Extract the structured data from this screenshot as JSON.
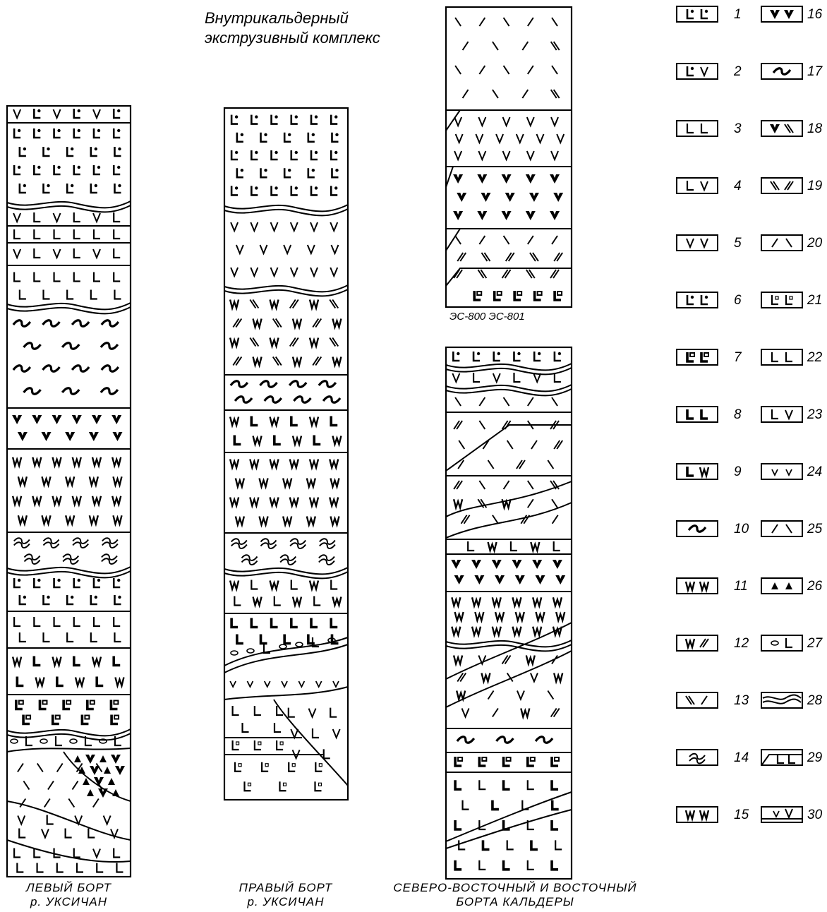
{
  "title": {
    "line1": "Внутрикальдерный",
    "line2": "экструзивный комплекс"
  },
  "captions": {
    "left": {
      "line1": "ЛЕВЫЙ БОРТ",
      "line2": "р. УКСИЧАН"
    },
    "mid": {
      "line1": "ПРАВЫЙ БОРТ",
      "line2": "р. УКСИЧАН"
    },
    "right": {
      "line1": "СЕВЕРО-ВОСТОЧНЫЙ И ВОСТОЧНЫЙ",
      "line2": "БОРТА КАЛЬДЕРЫ"
    }
  },
  "sample_labels": "ЭС-800  ЭС-801",
  "legend": [
    {
      "num": "1",
      "icon": "Lx"
    },
    {
      "num": "2",
      "icon": "LxV"
    },
    {
      "num": "3",
      "icon": "LL"
    },
    {
      "num": "4",
      "icon": "LV"
    },
    {
      "num": "5",
      "icon": "VV"
    },
    {
      "num": "6",
      "icon": "bLx"
    },
    {
      "num": "7",
      "icon": "bLo"
    },
    {
      "num": "8",
      "icon": "bL"
    },
    {
      "num": "9",
      "icon": "bLW"
    },
    {
      "num": "10",
      "icon": "tilde"
    },
    {
      "num": "11",
      "icon": "WW"
    },
    {
      "num": "12",
      "icon": "WS"
    },
    {
      "num": "13",
      "icon": "dash"
    },
    {
      "num": "14",
      "icon": "approx"
    },
    {
      "num": "15",
      "icon": "WWb"
    },
    {
      "num": "16",
      "icon": "WWf"
    },
    {
      "num": "17",
      "icon": "wave"
    },
    {
      "num": "18",
      "icon": "WD"
    },
    {
      "num": "19",
      "icon": "dash2"
    },
    {
      "num": "20",
      "icon": "slash"
    },
    {
      "num": "21",
      "icon": "Lo"
    },
    {
      "num": "22",
      "icon": "LL"
    },
    {
      "num": "23",
      "icon": "LV"
    },
    {
      "num": "24",
      "icon": "vv"
    },
    {
      "num": "25",
      "icon": "slash"
    },
    {
      "num": "26",
      "icon": "tri"
    },
    {
      "num": "27",
      "icon": "ovol"
    },
    {
      "num": "28",
      "icon": "dwave"
    },
    {
      "num": "29",
      "icon": "sLL"
    },
    {
      "num": "30",
      "icon": "YV"
    }
  ]
}
